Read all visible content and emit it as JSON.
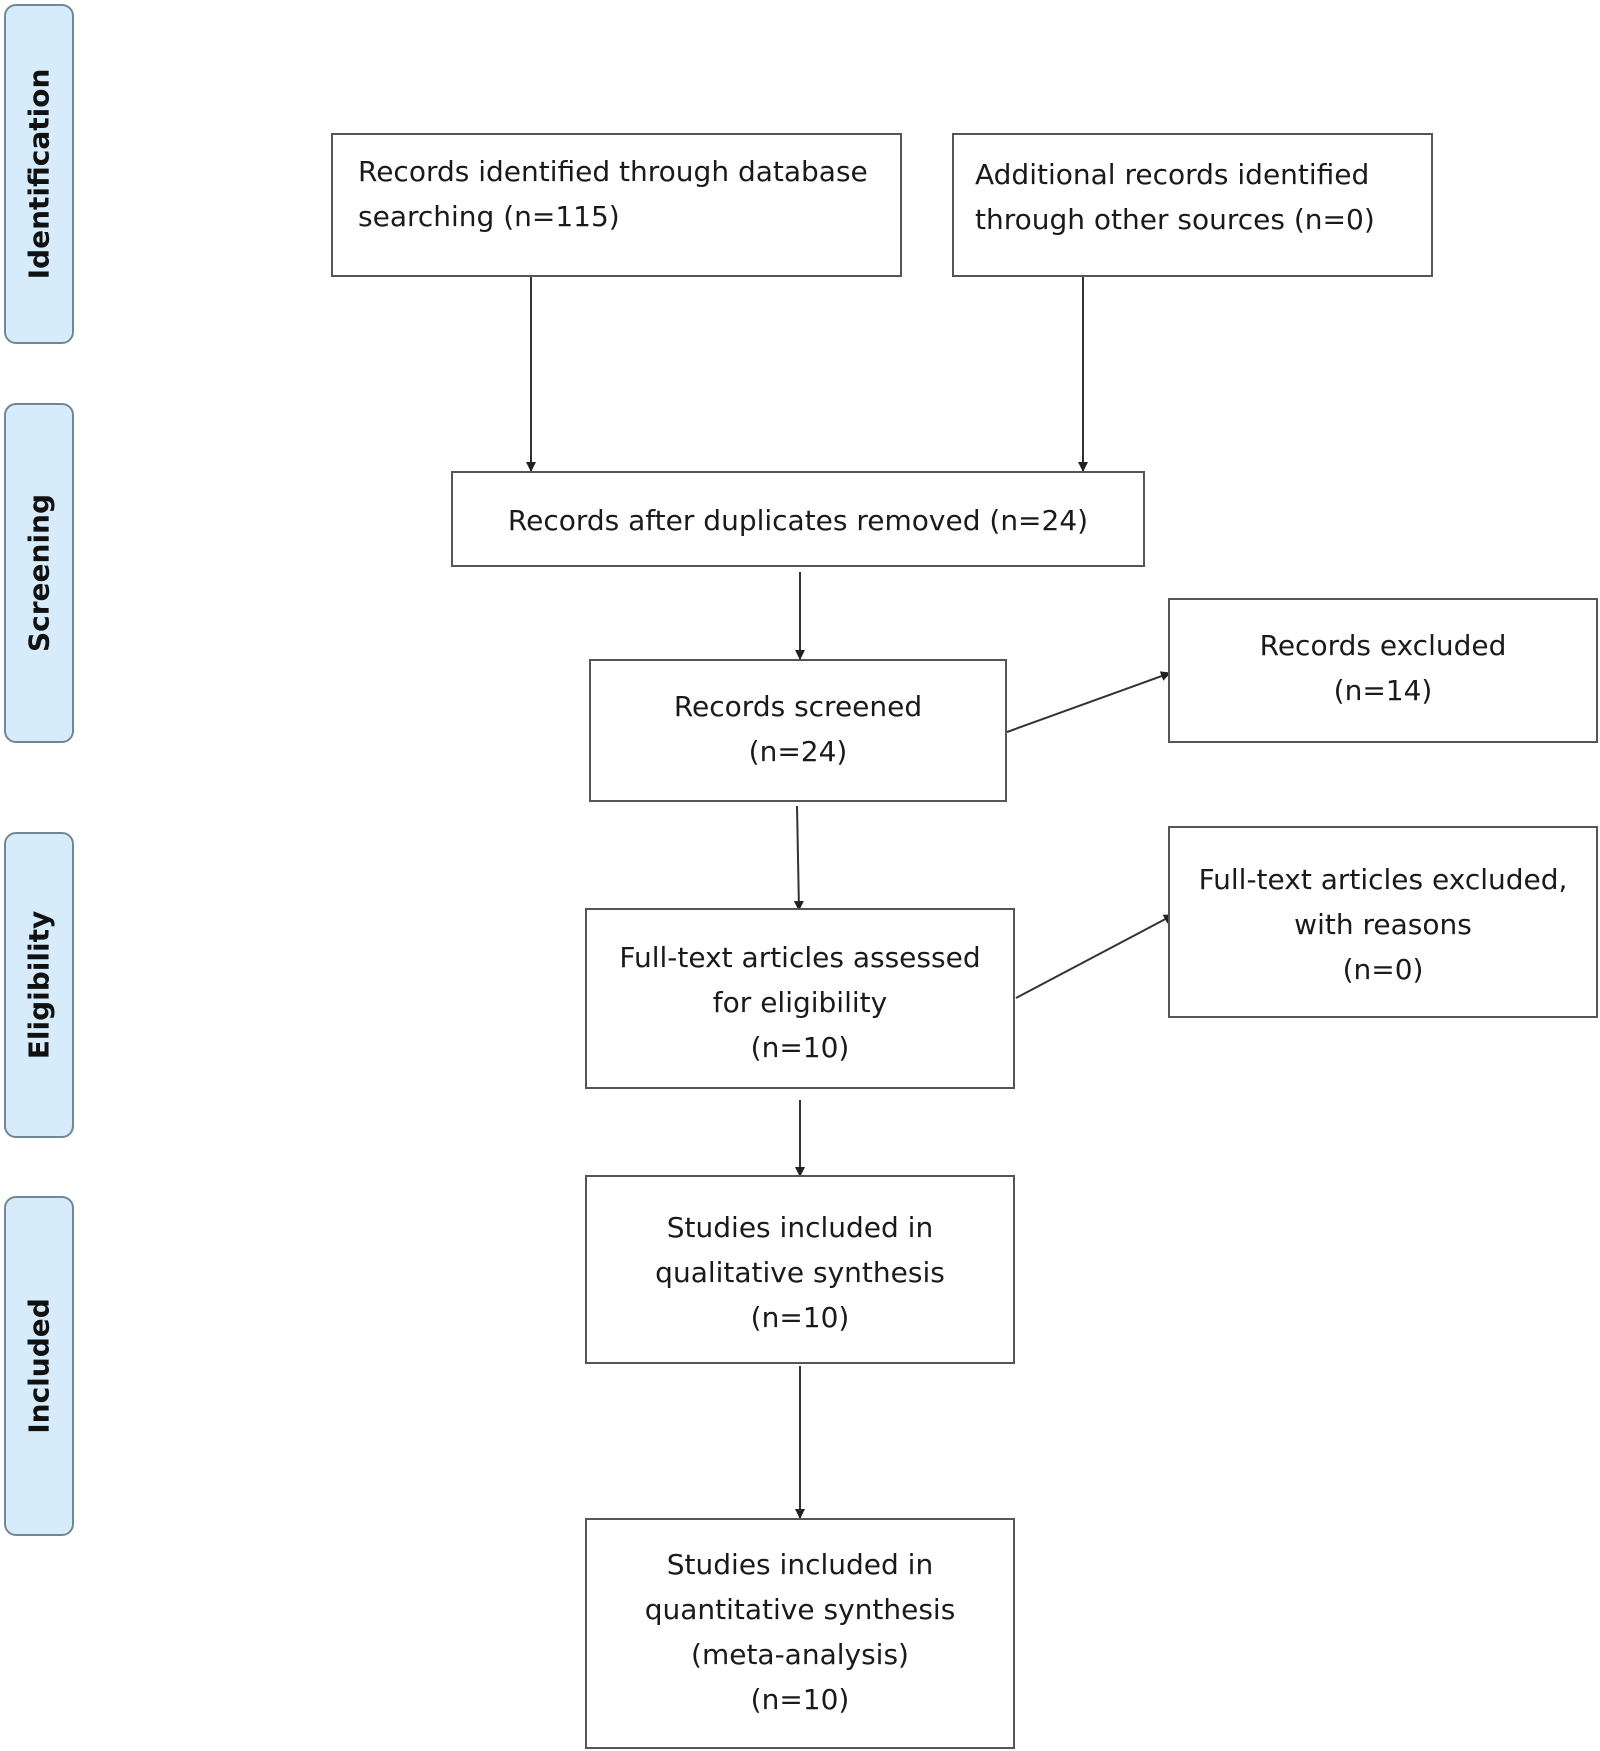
{
  "phases": {
    "identification": "Identification",
    "screening": "Screening",
    "eligibility": "Eligibility",
    "included": "Included"
  },
  "boxes": {
    "database_search": [
      "Records identified through database",
      "searching (n=115)"
    ],
    "other_sources": [
      "Additional records identified",
      "through other sources (n=0)"
    ],
    "duplicates_removed": [
      "Records after duplicates removed (n=24)"
    ],
    "records_screened": [
      "Records screened",
      "(n=24)"
    ],
    "records_excluded": [
      "Records excluded",
      "(n=14)"
    ],
    "fulltext_assessed": [
      "Full-text articles assessed",
      "for eligibility",
      "(n=10)"
    ],
    "fulltext_excluded": [
      "Full-text articles excluded,",
      "with reasons",
      "(n=0)"
    ],
    "qualitative": [
      "Studies included in",
      "qualitative synthesis",
      "(n=10)"
    ],
    "quantitative": [
      "Studies included in",
      "quantitative synthesis",
      "(meta-analysis)",
      "(n=10)"
    ]
  }
}
